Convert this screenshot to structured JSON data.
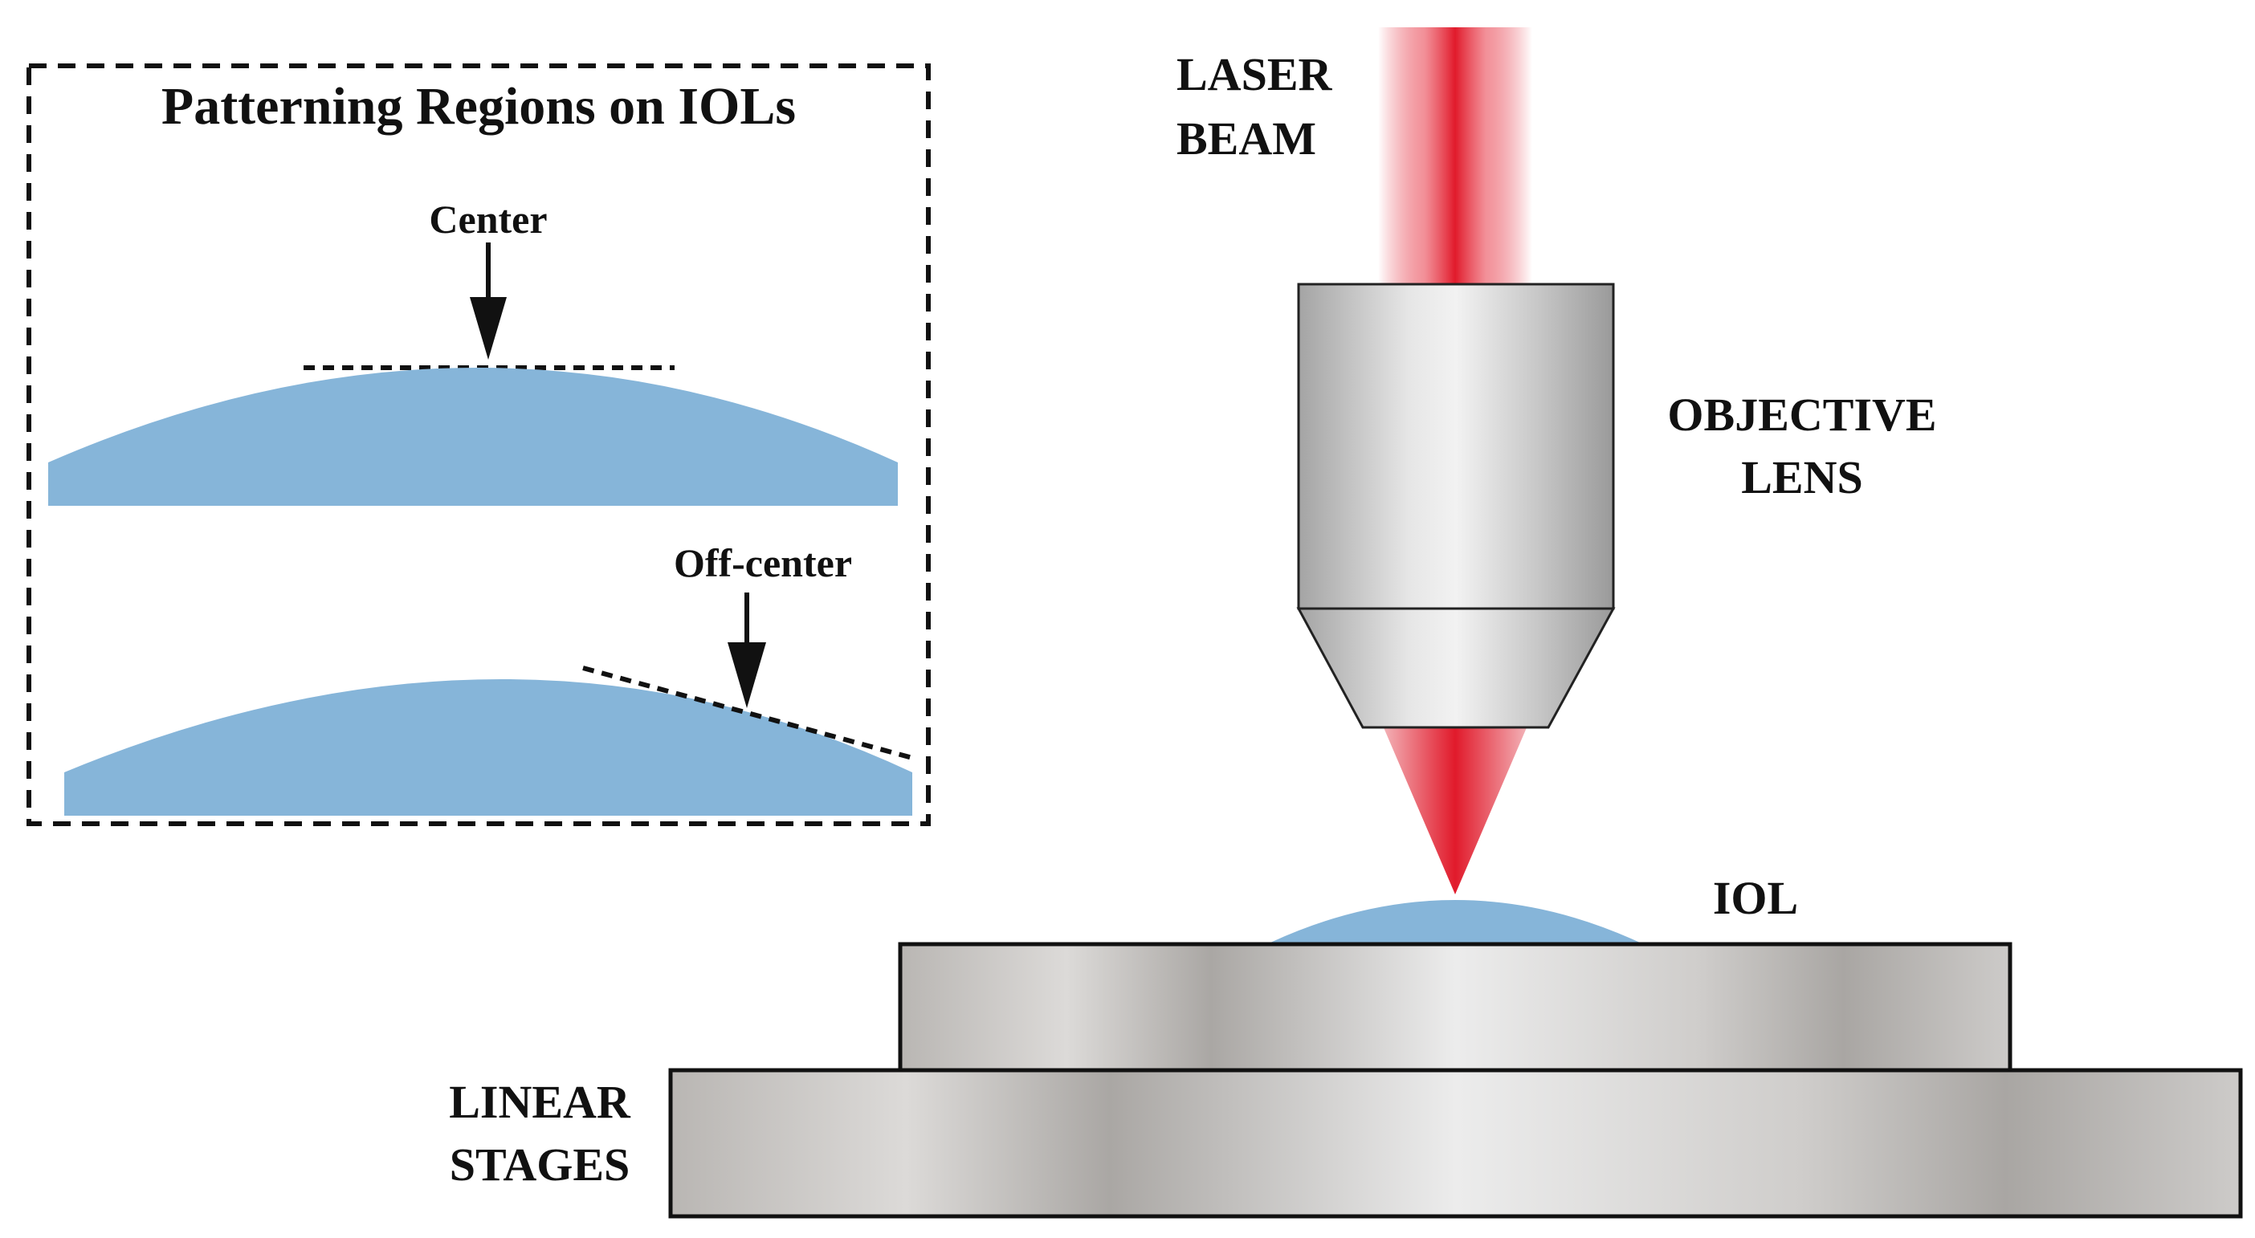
{
  "inset": {
    "title": "Patterning Regions on IOLs",
    "center_label": "Center",
    "offcenter_label": "Off-center"
  },
  "labels": {
    "laser_beam": [
      "LASER",
      "BEAM"
    ],
    "objective_lens": [
      "OBJECTIVE",
      "LENS"
    ],
    "iol": "IOL",
    "linear_stages": [
      "LINEAR",
      "STAGES"
    ]
  },
  "colors": {
    "iol_blue": "#86b5d9",
    "laser_red": "#e11a2b",
    "metal_light": "#e8e8e8",
    "metal_dark": "#a9a6a3",
    "outline": "#111111"
  }
}
